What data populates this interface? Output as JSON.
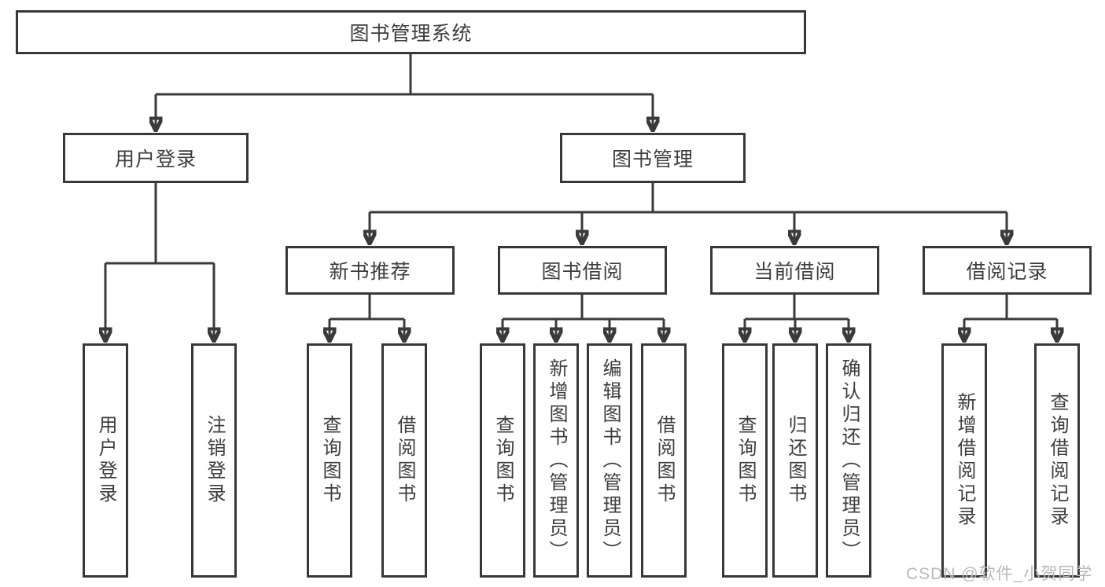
{
  "tree": {
    "root": {
      "label": "图书管理系统",
      "children": [
        {
          "label": "用户登录",
          "children": [
            {
              "label": "用户登录"
            },
            {
              "label": "注销登录"
            }
          ]
        },
        {
          "label": "图书管理",
          "children": [
            {
              "label": "新书推荐",
              "children": [
                {
                  "label": "查询图书"
                },
                {
                  "label": "借阅图书"
                }
              ]
            },
            {
              "label": "图书借阅",
              "children": [
                {
                  "label": "查询图书"
                },
                {
                  "label": "新增图书（管理员）"
                },
                {
                  "label": "编辑图书（管理员）"
                },
                {
                  "label": "借阅图书"
                }
              ]
            },
            {
              "label": "当前借阅",
              "children": [
                {
                  "label": "查询图书"
                },
                {
                  "label": "归还图书"
                },
                {
                  "label": "确认归还（管理员）"
                }
              ]
            },
            {
              "label": "借阅记录",
              "children": [
                {
                  "label": "新增借阅记录"
                },
                {
                  "label": "查询借阅记录"
                }
              ]
            }
          ]
        }
      ]
    }
  },
  "watermark": "CSDN @软件_小贺同学",
  "colors": {
    "line": "#3a3a3a",
    "border": "#383838",
    "text": "#3d3d3d",
    "watermark": "#b9b9b9",
    "background": "#ffffff"
  }
}
